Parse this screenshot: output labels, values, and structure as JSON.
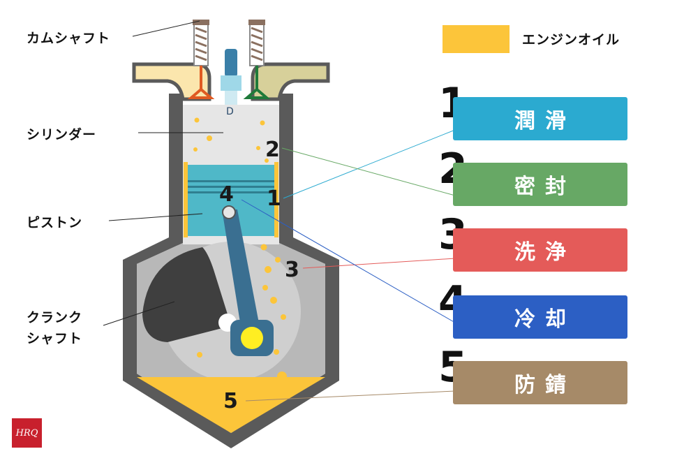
{
  "labels": {
    "camshaft": "カムシャフト",
    "cylinder": "シリンダー",
    "piston": "ピストン",
    "crankshaft_line1": "クランク",
    "crankshaft_line2": "シャフト"
  },
  "legend": {
    "label": "エンジンオイル",
    "color": "#fcc53a"
  },
  "functions": [
    {
      "number": "1",
      "label": "潤滑",
      "color": "#2baad0"
    },
    {
      "number": "2",
      "label": "密封",
      "color": "#67a865"
    },
    {
      "number": "3",
      "label": "洗浄",
      "color": "#e45b59"
    },
    {
      "number": "4",
      "label": "冷却",
      "color": "#2c5fc4"
    },
    {
      "number": "5",
      "label": "防錆",
      "color": "#a68a68"
    }
  ],
  "markers": [
    "1",
    "2",
    "3",
    "4",
    "5"
  ],
  "logo": {
    "text": "HRQ"
  },
  "colors": {
    "engine_block": "#5a5a5a",
    "chamber": "#b8b8b8",
    "cylinder_interior": "#e6e6e6",
    "piston": "#4fb8c8",
    "rod": "#3a6f91",
    "oil": "#fcc53a",
    "intake_port": "#fbe6ad",
    "exhaust_port": "#d7d09a"
  }
}
